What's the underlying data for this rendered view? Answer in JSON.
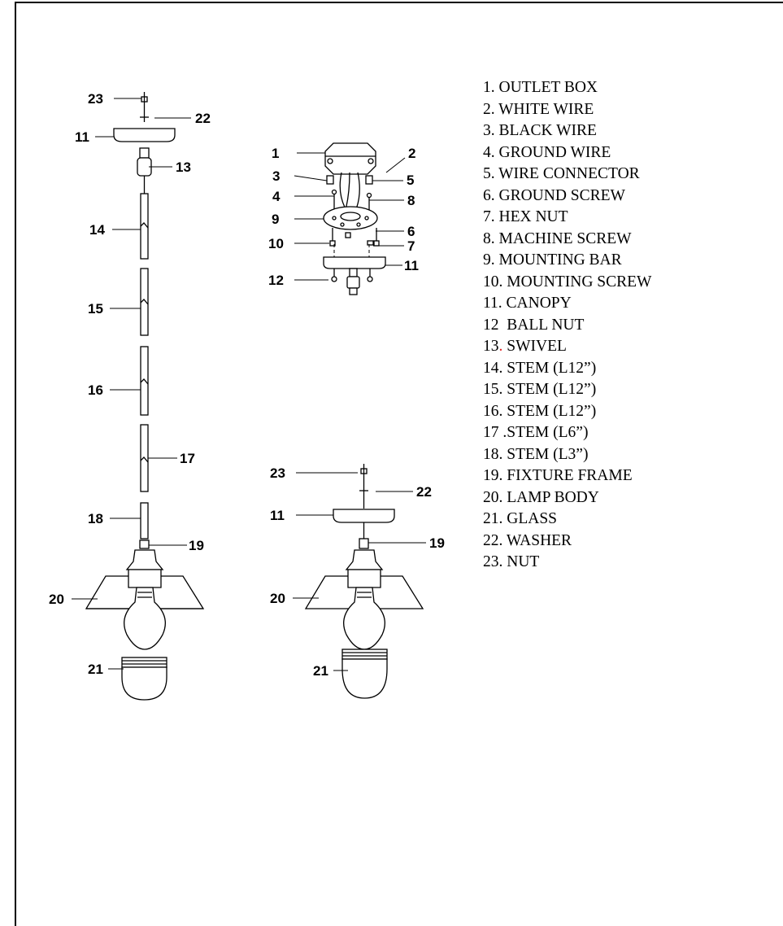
{
  "callouts": {
    "left": [
      "23",
      "22",
      "11",
      "13",
      "14",
      "15",
      "16",
      "17",
      "18",
      "19",
      "20",
      "21"
    ],
    "mount": [
      "1",
      "2",
      "3",
      "5",
      "4",
      "8",
      "9",
      "6",
      "10",
      "7",
      "12",
      "11"
    ],
    "right": [
      "23",
      "22",
      "11",
      "19",
      "20",
      "21"
    ]
  },
  "legend": [
    {
      "number": "1.",
      "label": " OUTLET BOX"
    },
    {
      "number": "2.",
      "label": " WHITE WIRE"
    },
    {
      "number": "3.",
      "label": " BLACK WIRE"
    },
    {
      "number": "4.",
      "label": " GROUND WIRE"
    },
    {
      "number": "5.",
      "label": " WIRE CONNECTOR"
    },
    {
      "number": "6.",
      "label": " GROUND SCREW"
    },
    {
      "number": "7.",
      "label": " HEX NUT"
    },
    {
      "number": "8.",
      "label": " MACHINE SCREW"
    },
    {
      "number": "9.",
      "label": " MOUNTING BAR"
    },
    {
      "number": "10.",
      "label": " MOUNTING SCREW"
    },
    {
      "number": "11.",
      "label": " CANOPY"
    },
    {
      "number": "12",
      "label": "  BALL NUT"
    },
    {
      "number": "13",
      "label": ". SWIVEL",
      "dot_color": "#e02020"
    },
    {
      "number": "14.",
      "label": " STEM (L12”)"
    },
    {
      "number": "15.",
      "label": " STEM (L12”)"
    },
    {
      "number": "16.",
      "label": " STEM (L12”)"
    },
    {
      "number": "17",
      "label": " .STEM (L6”)"
    },
    {
      "number": "18.",
      "label": " STEM (L3”)"
    },
    {
      "number": "19.",
      "label": " FIXTURE FRAME"
    },
    {
      "number": "20.",
      "label": " LAMP BODY"
    },
    {
      "number": "21.",
      "label": " GLASS"
    },
    {
      "number": "22.",
      "label": " WASHER"
    },
    {
      "number": "23.",
      "label": " NUT"
    }
  ]
}
